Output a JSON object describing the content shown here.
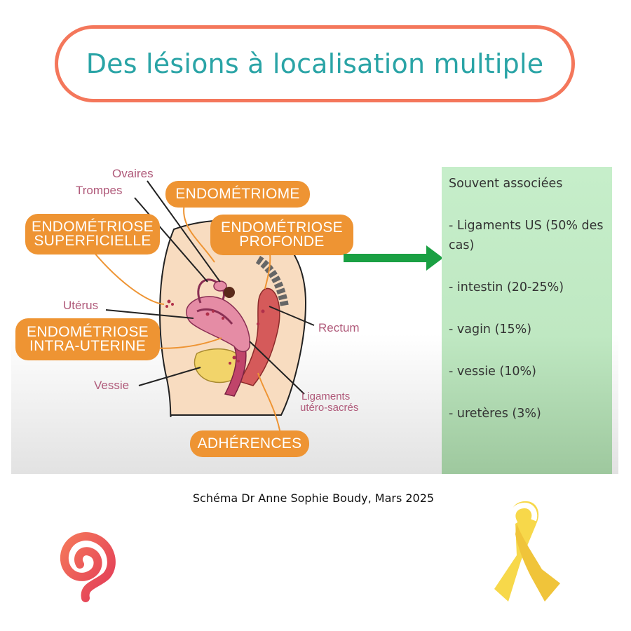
{
  "title": "Des lésions à localisation multiple",
  "diagram": {
    "tags": {
      "endometriome": "ENDOMÉTRIOME",
      "superficielle_1": "ENDOMÉTRIOSE",
      "superficielle_2": "SUPERFICIELLE",
      "profonde_1": "ENDOMÉTRIOSE",
      "profonde_2": "PROFONDE",
      "intra_1": "ENDOMÉTRIOSE",
      "intra_2": "INTRA-UTERINE",
      "adherences": "ADHÉRENCES"
    },
    "labels": {
      "ovaires": "Ovaires",
      "trompes": "Trompes",
      "uterus": "Utérus",
      "vessie": "Vessie",
      "rectum": "Rectum",
      "ligaments_1": "Ligaments",
      "ligaments_2": "utéro-sacrés"
    }
  },
  "panel": {
    "title": "Souvent associées",
    "items": [
      "- Ligaments US (50% des cas)",
      "- intestin (20-25%)",
      "- vagin (15%)",
      "- vessie (10%)",
      "- uretères (3%)"
    ]
  },
  "caption": "Schéma Dr Anne Sophie Boudy, Mars 2025",
  "colors": {
    "title_border": "#f4775b",
    "title_text": "#2aa4a6",
    "tag_orange": "#ee9433",
    "label_pink": "#b05a7a",
    "panel_green": "#c6eeca",
    "arrow_green": "#1aa043",
    "ribbon_yellow": "#f7d84a"
  },
  "icons": [
    "ovary-uterus-diagram",
    "green-right-arrow",
    "spiral-logo-icon",
    "awareness-ribbon-icon"
  ]
}
